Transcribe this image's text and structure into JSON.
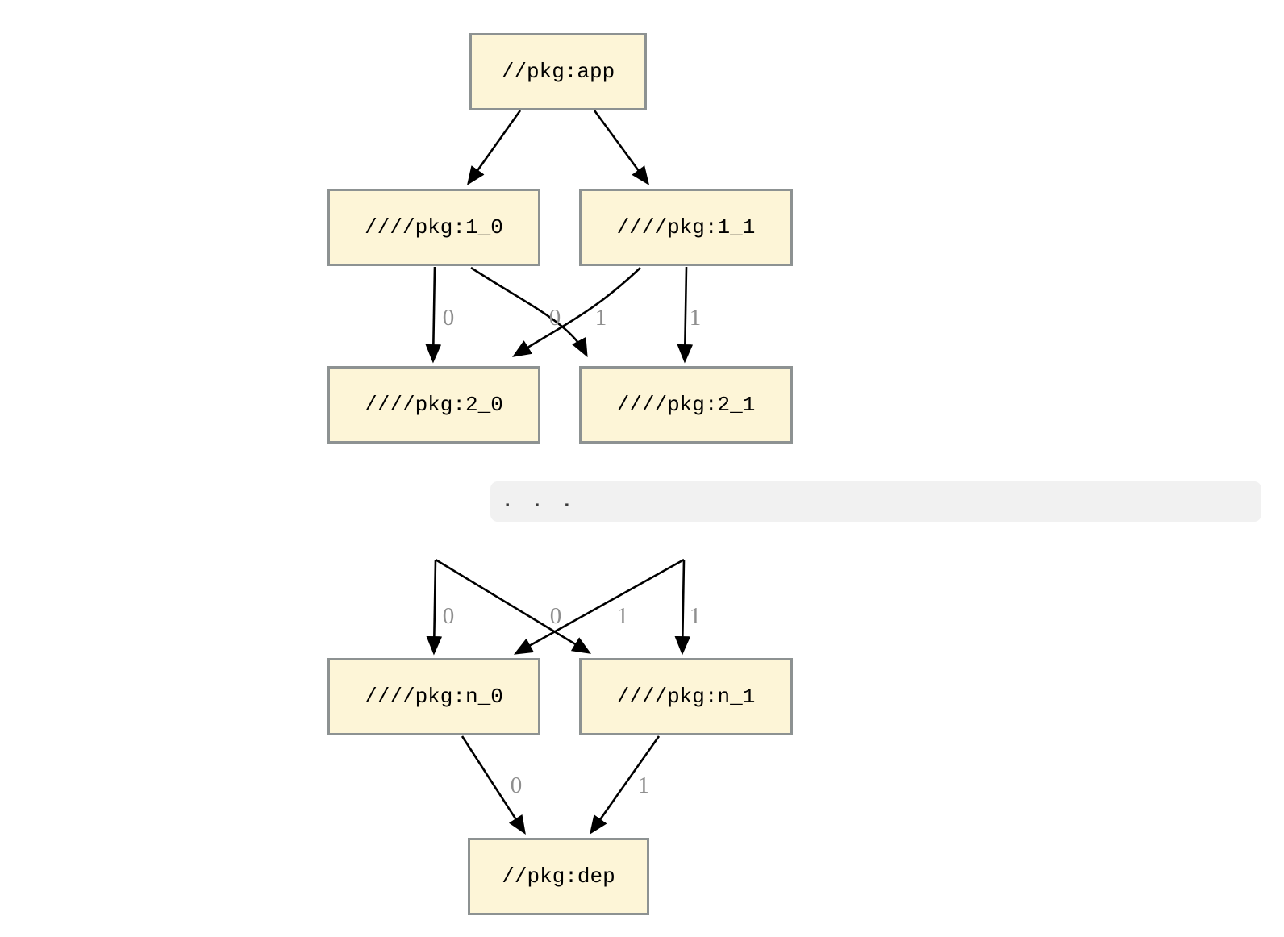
{
  "diagram": {
    "kind": "package-dependency-graph",
    "nodes": {
      "app": "//pkg:app",
      "l1_0": "////pkg:1_0",
      "l1_1": "////pkg:1_1",
      "l2_0": "////pkg:2_0",
      "l2_1": "////pkg:2_1",
      "ln_0": "////pkg:n_0",
      "ln_1": "////pkg:n_1",
      "dep": "//pkg:dep"
    },
    "edges": [
      {
        "from": "//pkg:app",
        "to": "////pkg:1_0",
        "label": ""
      },
      {
        "from": "//pkg:app",
        "to": "////pkg:1_1",
        "label": ""
      },
      {
        "from": "////pkg:1_0",
        "to": "////pkg:2_0",
        "label": "0"
      },
      {
        "from": "////pkg:1_0",
        "to": "////pkg:2_1",
        "label": "1"
      },
      {
        "from": "////pkg:1_1",
        "to": "////pkg:2_0",
        "label": "0"
      },
      {
        "from": "////pkg:1_1",
        "to": "////pkg:2_1",
        "label": "1"
      },
      {
        "from": "…",
        "to": "////pkg:n_0",
        "label": "0"
      },
      {
        "from": "…",
        "to": "////pkg:n_1",
        "label": "1"
      },
      {
        "from": "…",
        "to": "////pkg:n_0",
        "label": "0"
      },
      {
        "from": "…",
        "to": "////pkg:n_1",
        "label": "1"
      },
      {
        "from": "////pkg:n_0",
        "to": "//pkg:dep",
        "label": "0"
      },
      {
        "from": "////pkg:n_1",
        "to": "//pkg:dep",
        "label": "1"
      }
    ],
    "ellipsis": ". . .",
    "colors": {
      "node_fill": "#fdf5d7",
      "node_border": "#8d9292",
      "edge": "#000000",
      "edge_label": "#8e8e8e",
      "ellipsis_bg": "#f1f1f1",
      "ellipsis_text": "#3b3b3b"
    }
  }
}
